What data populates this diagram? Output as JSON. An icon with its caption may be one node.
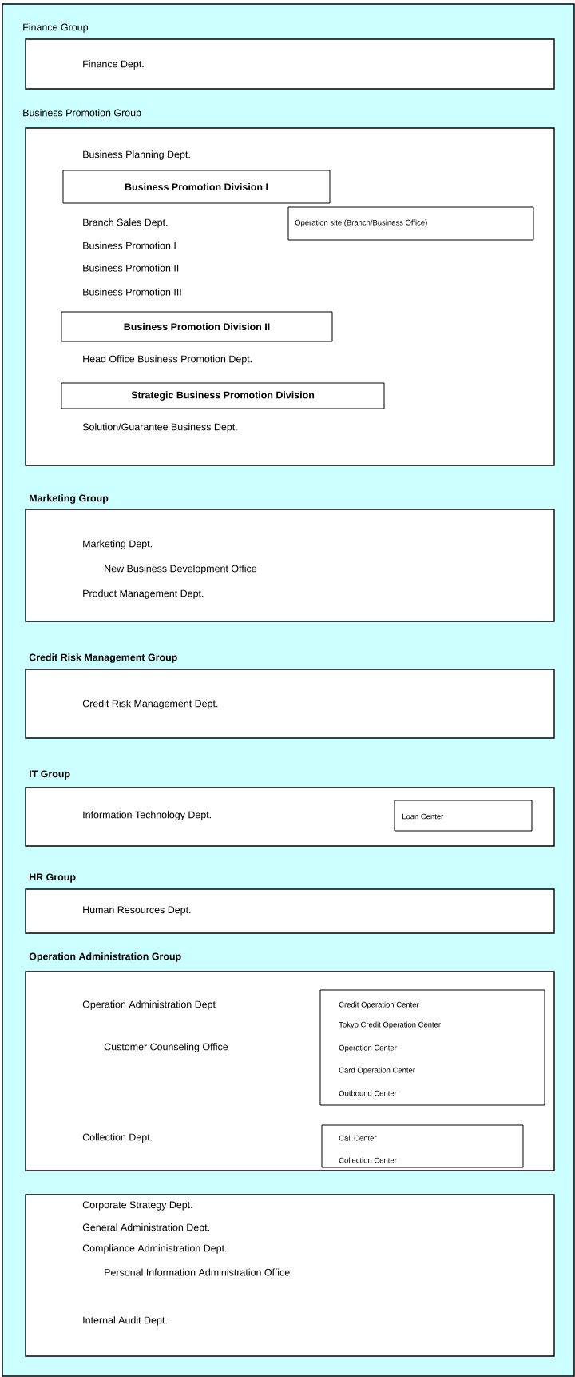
{
  "diagram": {
    "nodes": [
      {
        "text": [
          "Finance Group",
          "Finance Dept."
        ]
      },
      {
        "text": [
          "Business Promotion Group",
          "Business Planning Dept.",
          "Branch Sales Dept.",
          "Business Promotion I",
          "Business Promotion II",
          "Business Promotion III",
          "Head Office Business Promotion Dept.",
          "Solution/Guarantee Business Dept."
        ]
      },
      {
        "text": [
          "Business Promotion Division I"
        ],
        "in": 1
      },
      {
        "text": [
          "Operation site (Branch/Business Office)"
        ],
        "in": 1
      },
      {
        "text": [
          "Business Promotion Division II"
        ],
        "in": 1
      },
      {
        "text": [
          "Strategic Business Promotion Division"
        ],
        "in": 1
      },
      {
        "text": [
          "Marketing Group",
          "Marketing Dept.",
          "New Business Development Office",
          "Product Management Dept."
        ]
      },
      {
        "text": [
          "Credit Risk Management Group",
          "Credit Risk Management Dept."
        ]
      },
      {
        "text": [
          "IT Group",
          "Information Technology Dept."
        ]
      },
      {
        "text": [
          "Loan Center"
        ],
        "in": 8
      },
      {
        "text": [
          "HR Group",
          "Human Resources Dept."
        ]
      },
      {
        "text": [
          "Operation Administration Group",
          "Operation Administration Dept",
          "Customer Counseling Office",
          "Collection Dept."
        ]
      },
      {
        "text": [
          "Credit Operation Center",
          "Tokyo Credit Operation Center",
          "Operation Center",
          "Card Operation Center",
          "Outbound Center"
        ],
        "in": 11
      },
      {
        "text": [
          "Call Center",
          "Collection Center"
        ],
        "in": 11
      },
      {
        "text": [
          "Corporate Strategy Dept.",
          "General Administration Dept.",
          "Compliance Administration Dept.",
          "Personal Information Administration Office",
          "Internal Audit Dept."
        ]
      }
    ]
  }
}
